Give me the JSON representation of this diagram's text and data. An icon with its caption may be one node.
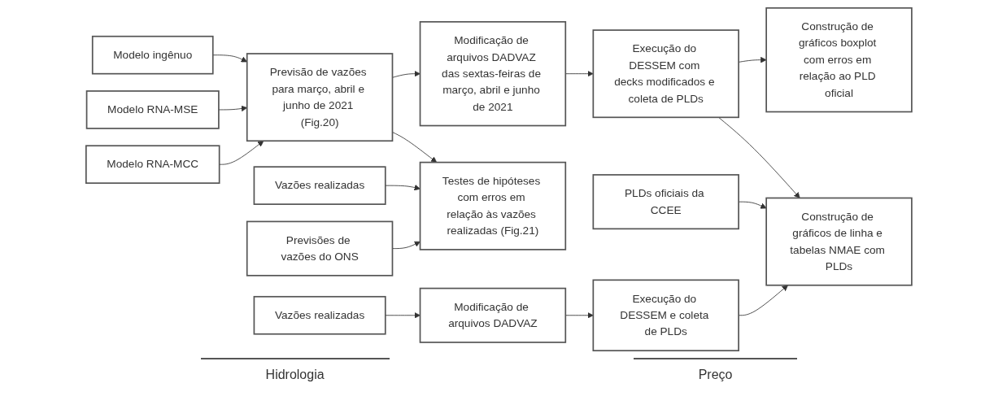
{
  "diagram": {
    "nodes": [
      {
        "text": [
          "Modelo RNA-MCC"
        ]
      },
      {
        "text": [
          "Modelo RNA-MSE"
        ]
      },
      {
        "text": [
          "Modelo ingênuo"
        ]
      },
      {
        "text": [
          "Previsão de vazões para março, abril e junho de 2021 (Fig.20)"
        ]
      },
      {
        "text": [
          "Vazões realizadas"
        ]
      },
      {
        "text": [
          "Previsões de vazões do ONS"
        ]
      },
      {
        "text": [
          "Testes de hipóteses com erros em relação às vazões realizadas (Fig.21)"
        ]
      },
      {
        "text": [
          "Modificação de arquivos DADVAZ das sextas-feiras de março, abril e junho de 2021"
        ]
      },
      {
        "text": [
          "Execução do DESSEM com decks modificados e coleta de PLDs"
        ]
      },
      {
        "text": [
          "Construção de gráficos de linha e tabelas NMAE com PLDs"
        ]
      },
      {
        "text": [
          "Construção de gráficos boxplot com erros em relação ao PLD oficial"
        ]
      },
      {
        "text": [
          "PLDs oficiais da CCEE"
        ]
      },
      {
        "text": [
          "Execução do DESSEM e coleta de PLDs"
        ]
      },
      {
        "text": [
          "Modificação de arquivos DADVAZ"
        ]
      },
      {
        "text": [
          "Vazões realizadas"
        ]
      }
    ],
    "edges": [
      {
        "from": 0,
        "to": 3,
        "arrow": "to"
      },
      {
        "from": 1,
        "to": 3,
        "arrow": "to"
      },
      {
        "from": 2,
        "to": 3,
        "arrow": "to"
      },
      {
        "from": 3,
        "to": 6,
        "arrow": "to"
      },
      {
        "from": 4,
        "to": 6,
        "arrow": "to"
      },
      {
        "from": 5,
        "to": 6,
        "arrow": "to"
      },
      {
        "from": 3,
        "to": 7,
        "arrow": "to"
      },
      {
        "from": 7,
        "to": 8,
        "arrow": "to"
      },
      {
        "from": 8,
        "to": 9,
        "arrow": "to"
      },
      {
        "from": 8,
        "to": 10,
        "arrow": "to"
      },
      {
        "from": 11,
        "to": 9,
        "arrow": "to"
      },
      {
        "from": 12,
        "to": 9,
        "arrow": "to"
      },
      {
        "from": 14,
        "to": 13,
        "arrow": "to"
      },
      {
        "from": 13,
        "to": 12,
        "arrow": "to"
      }
    ],
    "labels": [
      "Hidrologia",
      "Preço"
    ]
  }
}
